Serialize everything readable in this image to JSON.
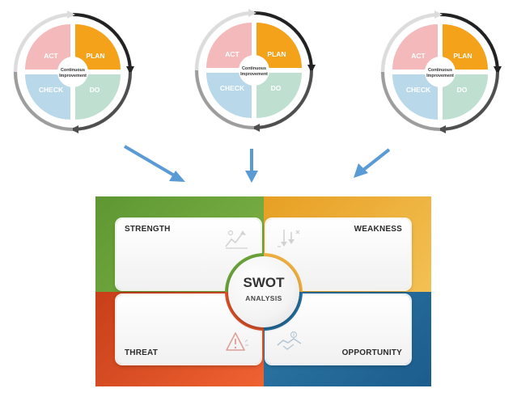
{
  "pdca_cycles": [
    {
      "act": "ACT",
      "plan": "PLAN",
      "check": "CHECK",
      "do": "DO",
      "center_line1": "Continuous",
      "center_line2": "Improvement"
    },
    {
      "act": "ACT",
      "plan": "PLAN",
      "check": "CHECK",
      "do": "DO",
      "center_line1": "Continuous",
      "center_line2": "Improvement"
    },
    {
      "act": "ACT",
      "plan": "PLAN",
      "check": "CHECK",
      "do": "DO",
      "center_line1": "Continuous",
      "center_line2": "Improvement"
    }
  ],
  "swot": {
    "title": "SWOT",
    "subtitle": "ANALYSIS",
    "strength": "STRENGTH",
    "weakness": "WEAKNESS",
    "threat": "THREAT",
    "opportunity": "OPPORTUNITY"
  },
  "colors": {
    "act": "#f4b9bb",
    "plan": "#f5a21b",
    "check": "#b9d8ea",
    "do": "#bfe0d1",
    "arrow": "#5b9bd5",
    "strength": "#6aa33a",
    "weakness": "#eeb140",
    "threat": "#e0532a",
    "opportunity": "#2470a0"
  },
  "icons": [
    "strength-icon",
    "weakness-icon",
    "threat-icon",
    "opportunity-icon"
  ]
}
